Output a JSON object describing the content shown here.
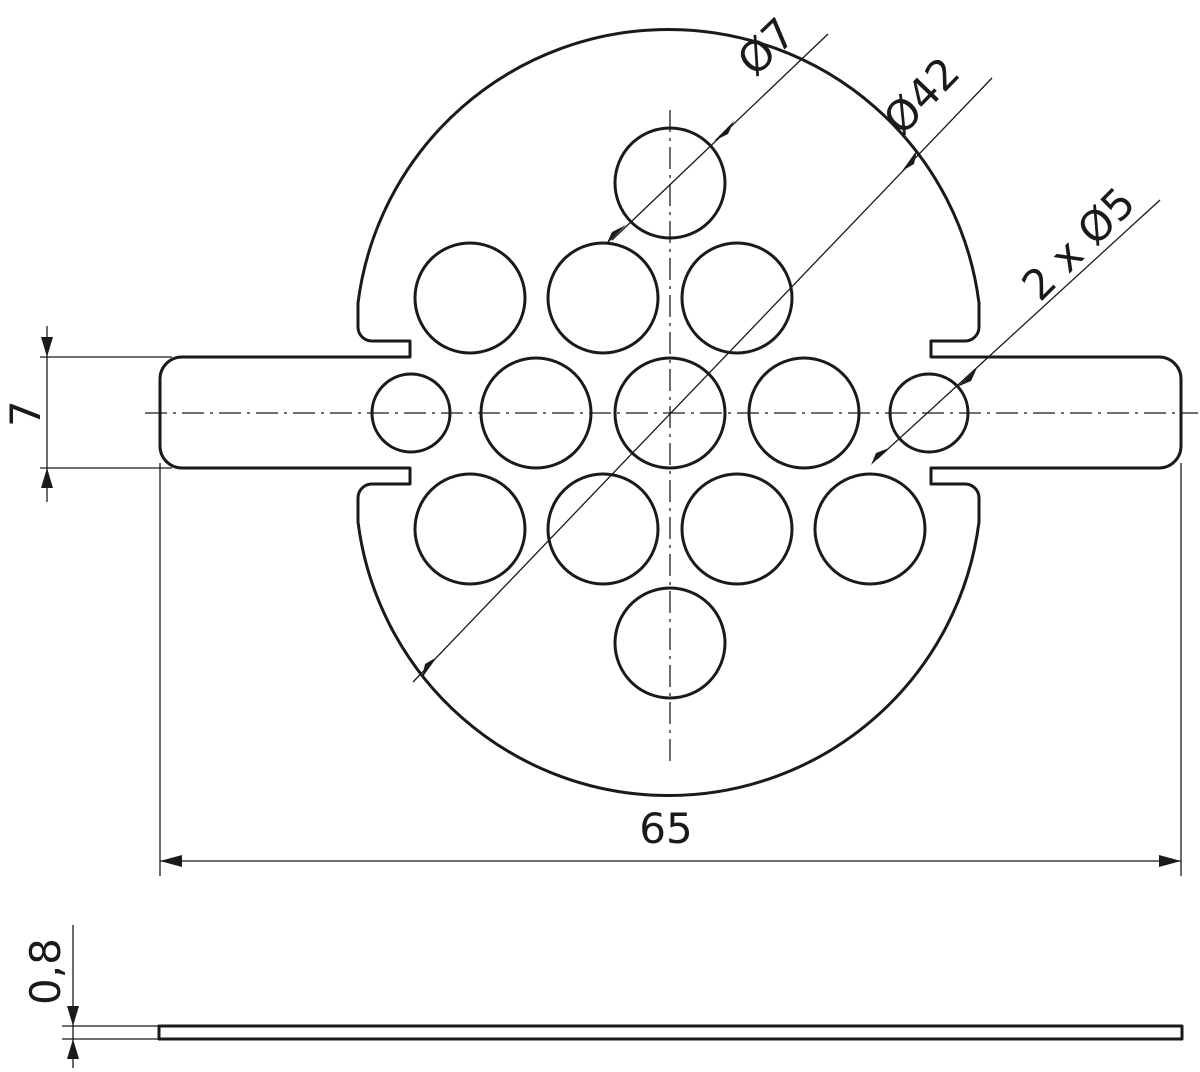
{
  "drawing": {
    "dimensions": {
      "hole_large": "Ø7",
      "outer_diameter": "Ø42",
      "hole_small": "2 x Ø5",
      "tab_width": "7",
      "overall_length": "65",
      "thickness": "0,8"
    },
    "colors": {
      "line": "#1a1a1a",
      "background": "#ffffff"
    }
  }
}
